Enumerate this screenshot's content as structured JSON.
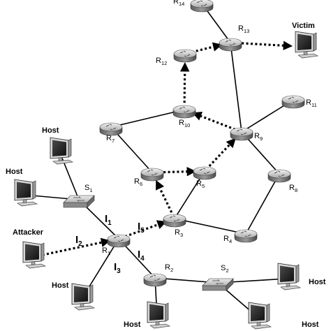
{
  "routers": [
    {
      "id": "R1",
      "label": "R",
      "sub": "1"
    },
    {
      "id": "R2",
      "label": "R",
      "sub": "2"
    },
    {
      "id": "R3",
      "label": "R",
      "sub": "3"
    },
    {
      "id": "R4",
      "label": "R",
      "sub": "4"
    },
    {
      "id": "R5",
      "label": "R",
      "sub": "5"
    },
    {
      "id": "R6",
      "label": "R",
      "sub": "6"
    },
    {
      "id": "R7",
      "label": "R",
      "sub": "7"
    },
    {
      "id": "R8",
      "label": "R",
      "sub": "8"
    },
    {
      "id": "R9",
      "label": "R",
      "sub": "9"
    },
    {
      "id": "R10",
      "label": "R",
      "sub": "10"
    },
    {
      "id": "R11",
      "label": "R",
      "sub": "11"
    },
    {
      "id": "R12",
      "label": "R",
      "sub": "12"
    },
    {
      "id": "R13",
      "label": "R",
      "sub": "13"
    },
    {
      "id": "R14",
      "label": "R",
      "sub": "14"
    }
  ],
  "switches": [
    {
      "id": "S1",
      "label": "S",
      "sub": "1"
    },
    {
      "id": "S2",
      "label": "S",
      "sub": "2"
    }
  ],
  "computers": [
    {
      "id": "host-a",
      "label": "Host"
    },
    {
      "id": "host-b",
      "label": "Host"
    },
    {
      "id": "attacker",
      "label": "Attacker"
    },
    {
      "id": "host-c",
      "label": "Host"
    },
    {
      "id": "host-d",
      "label": "Host"
    },
    {
      "id": "host-e",
      "label": "Host"
    },
    {
      "id": "host-f",
      "label": "Host"
    },
    {
      "id": "victim",
      "label": "Victim"
    }
  ],
  "interfaces": [
    {
      "id": "I1",
      "label": "I",
      "sub": "1"
    },
    {
      "id": "I2",
      "label": "I",
      "sub": "2"
    },
    {
      "id": "I3",
      "label": "I",
      "sub": "3"
    },
    {
      "id": "I4",
      "label": "I",
      "sub": "4"
    },
    {
      "id": "I5",
      "label": "I",
      "sub": "5"
    }
  ],
  "links": [
    [
      "host-a",
      "S1"
    ],
    [
      "host-b",
      "S1"
    ],
    [
      "S1",
      "R1"
    ],
    [
      "R1",
      "host-c"
    ],
    [
      "R1",
      "R2"
    ],
    [
      "R2",
      "host-d"
    ],
    [
      "R2",
      "S2"
    ],
    [
      "S2",
      "host-e"
    ],
    [
      "S2",
      "host-f"
    ],
    [
      "R3",
      "R5"
    ],
    [
      "R3",
      "R4"
    ],
    [
      "R4",
      "R8"
    ],
    [
      "R8",
      "R9"
    ],
    [
      "R6",
      "R7"
    ],
    [
      "R7",
      "R10"
    ],
    [
      "R9",
      "R11"
    ],
    [
      "R9",
      "R13"
    ],
    [
      "R13",
      "R14"
    ]
  ],
  "attack_path": [
    [
      "attacker",
      "R1"
    ],
    [
      "R1",
      "R3"
    ],
    [
      "R3",
      "R6"
    ],
    [
      "R6",
      "R5"
    ],
    [
      "R5",
      "R9"
    ],
    [
      "R9",
      "R10"
    ],
    [
      "R10",
      "R12"
    ],
    [
      "R12",
      "R13"
    ],
    [
      "R13",
      "victim"
    ]
  ]
}
